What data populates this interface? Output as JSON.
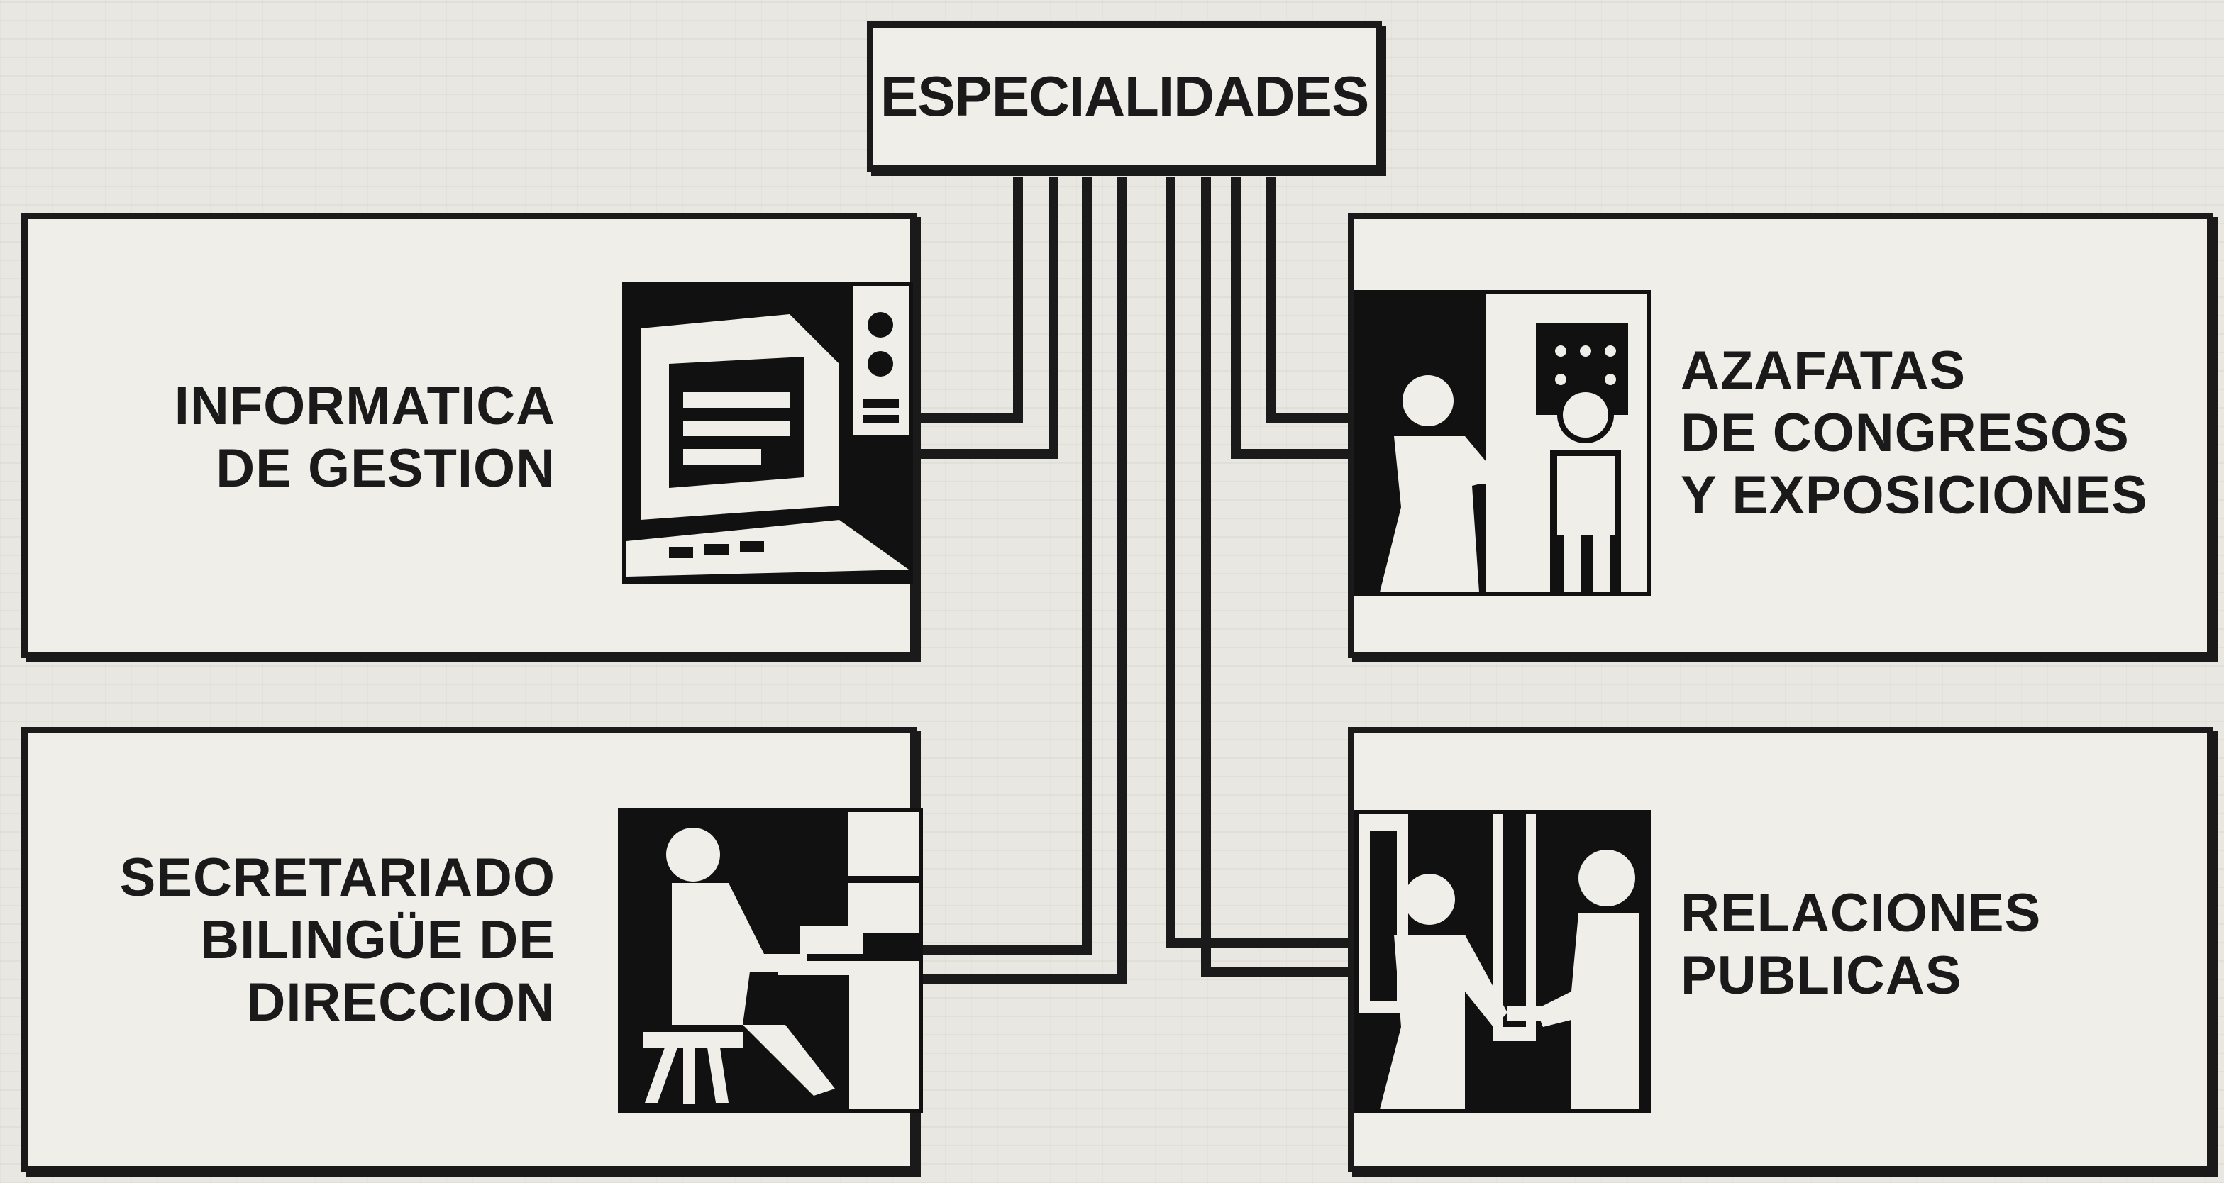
{
  "title": "ESPECIALIDADES",
  "boxes": {
    "informatica": {
      "lines": [
        "INFORMATICA",
        "DE GESTION"
      ],
      "icon": "computer-terminal-icon"
    },
    "azafatas": {
      "lines": [
        "AZAFATAS",
        "DE CONGRESOS",
        "Y EXPOSICIONES"
      ],
      "icon": "hostess-greeting-icon"
    },
    "secretariado": {
      "lines": [
        "SECRETARIADO",
        "BILINGÜE DE",
        "DIRECCION"
      ],
      "icon": "secretary-desk-icon"
    },
    "relaciones": {
      "lines": [
        "RELACIONES",
        "PUBLICAS"
      ],
      "icon": "handshake-icon"
    }
  }
}
